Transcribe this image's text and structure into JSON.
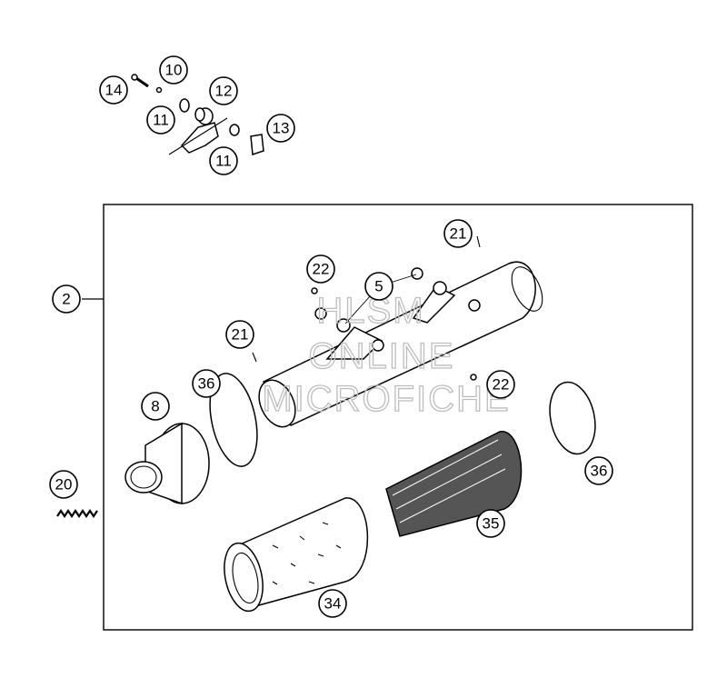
{
  "callouts": [
    {
      "id": "c10",
      "label": "10"
    },
    {
      "id": "c14",
      "label": "14"
    },
    {
      "id": "c12",
      "label": "12"
    },
    {
      "id": "c11a",
      "label": "11"
    },
    {
      "id": "c13",
      "label": "13"
    },
    {
      "id": "c11b",
      "label": "11"
    },
    {
      "id": "c21a",
      "label": "21"
    },
    {
      "id": "c22a",
      "label": "22"
    },
    {
      "id": "c5",
      "label": "5"
    },
    {
      "id": "c2",
      "label": "2"
    },
    {
      "id": "c21b",
      "label": "21"
    },
    {
      "id": "c36a",
      "label": "36"
    },
    {
      "id": "c22b",
      "label": "22"
    },
    {
      "id": "c8",
      "label": "8"
    },
    {
      "id": "c36b",
      "label": "36"
    },
    {
      "id": "c20",
      "label": "20"
    },
    {
      "id": "c35",
      "label": "35"
    },
    {
      "id": "c34",
      "label": "34"
    }
  ],
  "watermark": {
    "line1": "HLSM",
    "line2": "ONLINE",
    "line3": "MICROFICHE"
  }
}
